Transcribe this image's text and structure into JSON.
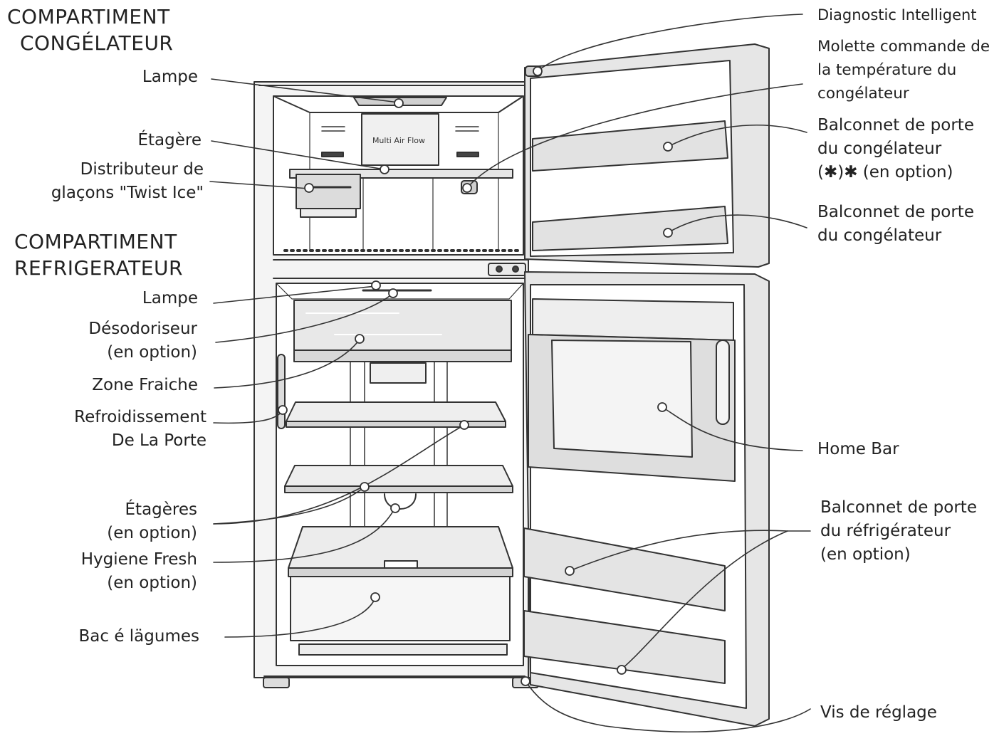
{
  "headings": {
    "freezer": [
      "COMPARTIMENT",
      "CONGÉLATEUR"
    ],
    "fridge": [
      "COMPARTIMENT",
      "REFRIGERATEUR"
    ]
  },
  "left_labels": {
    "lamp_freezer": [
      "Lampe"
    ],
    "shelf_freezer": [
      "Étagère"
    ],
    "ice_dispenser": [
      "Distributeur de",
      "glaçons \"Twist Ice\""
    ],
    "lamp_fridge": [
      "Lampe"
    ],
    "deodorizer": [
      "Désodoriseur",
      "(en option)"
    ],
    "fresh_zone": [
      "Zone Fraiche"
    ],
    "door_cooling": [
      "Refroidissement",
      "De La Porte"
    ],
    "shelves": [
      "Étagères",
      "(en option)"
    ],
    "hygiene_fresh": [
      "Hygiene Fresh",
      "(en option)"
    ],
    "vegetable_bin": [
      "Bac é lägumes"
    ]
  },
  "right_labels": {
    "smart_diagnosis": [
      "Diagnostic Intelligent"
    ],
    "freezer_temp_knob": [
      "Molette commande de",
      "la température du",
      "congélateur"
    ],
    "freezer_door_bin_option": [
      "Balconnet de porte",
      "du congélateur",
      "(✱)✱ (en option)"
    ],
    "freezer_door_bin": [
      "Balconnet de porte",
      "du congélateur"
    ],
    "home_bar": [
      "Home Bar"
    ],
    "fridge_door_bin": [
      "Balconnet de porte",
      "du réfrigérateur",
      "(en option)"
    ],
    "leveling_screw": [
      "Vis de réglage"
    ]
  },
  "cabinet_text": {
    "multi_air_flow": "Multi Air Flow"
  },
  "colors": {
    "line": "#333333",
    "fill_light": "#f2f2f2",
    "fill_mid": "#dcdcdc",
    "fill_dark": "#bdbdbd"
  }
}
